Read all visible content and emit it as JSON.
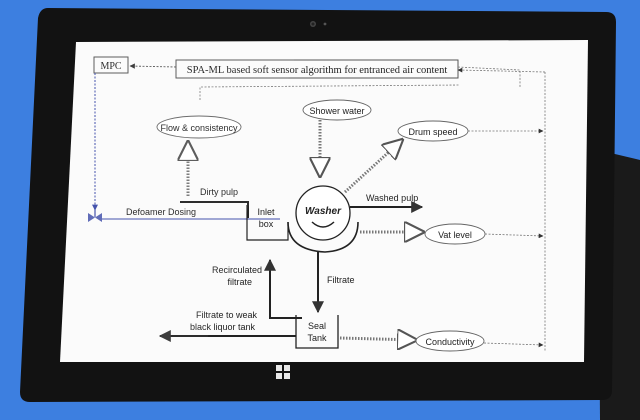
{
  "diagram": {
    "mpc_label": "MPC",
    "soft_sensor_label": "SPA-ML based soft sensor algorithm for entranced air content",
    "flow_consistency_label": "Flow & consistency",
    "shower_water_label": "Shower water",
    "drum_speed_label": "Drum speed",
    "dirty_pulp_label": "Dirty pulp",
    "inlet_box_line1": "Inlet",
    "inlet_box_line2": "box",
    "washer_label": "Washer",
    "washed_pulp_label": "Washed pulp",
    "defoamer_label": "Defoamer Dosing",
    "vat_level_label": "Vat level",
    "recirculated_line1": "Recirculated",
    "recirculated_line2": "filtrate",
    "filtrate_label": "Filtrate",
    "filtrate_weak_line1": "Filtrate to weak",
    "filtrate_weak_line2": "black liquor tank",
    "seal_tank_line1": "Seal",
    "seal_tank_line2": "Tank",
    "conductivity_label": "Conductivity"
  },
  "colors": {
    "background": "#3d7fe0",
    "bezel": "#121212",
    "screen": "#fbfbfb",
    "line": "#333333",
    "arrow_blue": "#3b4aa8"
  },
  "icons": {
    "camera": "camera-icon",
    "windows": "windows-logo-icon",
    "valve": "valve-icon"
  }
}
